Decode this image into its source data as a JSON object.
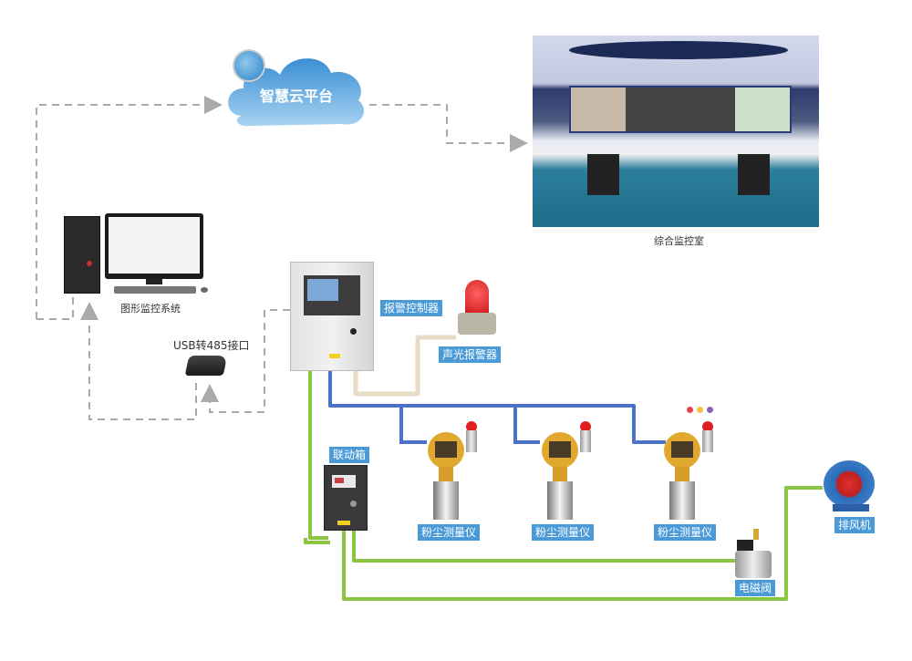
{
  "diagram": {
    "cloud": {
      "label": "智慧云平台",
      "icon": "globe-icon"
    },
    "control_room": {
      "caption": "综合监控室"
    },
    "monitoring_pc": {
      "caption": "图形监控系统"
    },
    "usb_converter": {
      "caption": "USB转485接口"
    },
    "alarm_controller": {
      "label": "报警控制器"
    },
    "sound_light_alarm": {
      "label": "声光报警器"
    },
    "detectors": [
      {
        "label": "粉尘测量仪"
      },
      {
        "label": "粉尘测量仪"
      },
      {
        "label": "粉尘测量仪"
      }
    ],
    "linkage_box": {
      "label": "联动箱"
    },
    "solenoid_valve": {
      "label": "电磁阀"
    },
    "exhaust_fan": {
      "label": "排风机"
    },
    "indicator_dots": [
      "#e8414a",
      "#f5c242",
      "#8b62b8"
    ]
  },
  "colors": {
    "tag_bg": "#4a9ad8",
    "bus_blue": "#4a72c8",
    "linkage_green": "#8cc540",
    "alarm_cable": "#e8dcc6",
    "dashed_gray": "#aaaaaa"
  }
}
